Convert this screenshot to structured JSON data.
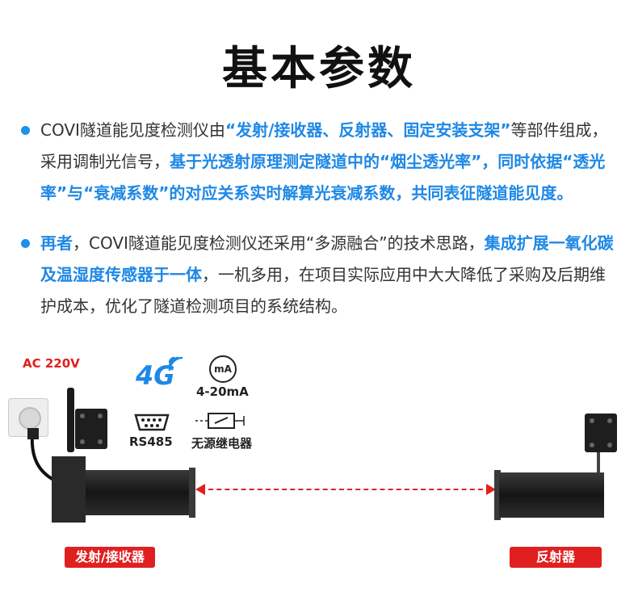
{
  "title": "基本参数",
  "p1": {
    "s1": "COVI隧道能见度检测仪由",
    "s2": "“发射/接收器、反射器、固定安装支架”",
    "s3": "等部件组成，采用调制光信号，",
    "s4": "基于光透射原理测定隧道中的“烟尘透光率”，同时依据“透光率”与“衰减系数”的对应关系实时解算光衰减系数，共同表征隧道能见度。"
  },
  "p2": {
    "s1": "再者",
    "s2": "，COVI隧道能见度检测仪还采用“多源融合”的技术思路，",
    "s3": "集成扩展一氧化碳及温湿度传感器于一体",
    "s4": "，一机多用，在项目实际应用中大大降低了采购及后期维护成本，优化了隧道检测项目的系统结构。"
  },
  "diagram": {
    "power_label": "AC 220V",
    "icon_4g": "4G",
    "ma_icon": "mA",
    "ma_label": "4-20mA",
    "rs485_label": "RS485",
    "relay_label": "无源继电器",
    "left_tag": "发射/接收器",
    "right_tag": "反射器"
  },
  "colors": {
    "accent": "#1e88e5",
    "tag": "#e02020"
  }
}
